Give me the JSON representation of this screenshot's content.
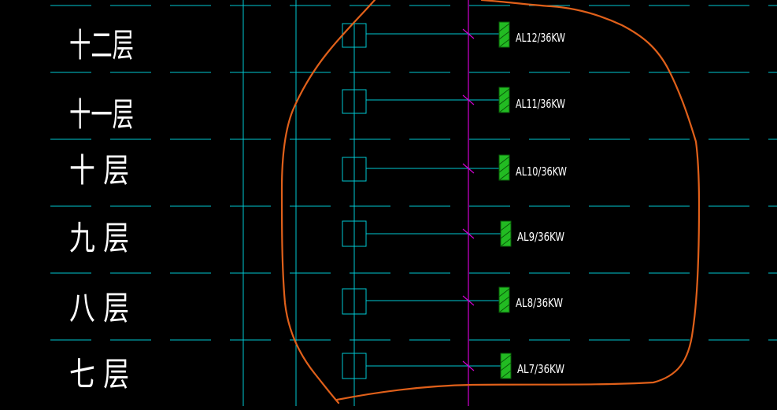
{
  "colors": {
    "background": "#000000",
    "grid_line": "#00c8d2",
    "riser": "#00c8d2",
    "branch": "#00c8d2",
    "bus": "#d000d0",
    "panel_fill": "#22bb22",
    "panel_hatch": "#0a5a0a",
    "panel_text": "#ffffff",
    "floor_text": "#ffffff",
    "markup": "#e0601a"
  },
  "floors": [
    {
      "label": "十二层",
      "panel": "AL12/36KW"
    },
    {
      "label": "十一层",
      "panel": "AL11/36KW"
    },
    {
      "label": "十 层",
      "panel": "AL10/36KW"
    },
    {
      "label": "九 层",
      "panel": "AL9/36KW"
    },
    {
      "label": "八 层",
      "panel": "AL8/36KW"
    },
    {
      "label": "七 层",
      "panel": "AL7/36KW"
    }
  ]
}
